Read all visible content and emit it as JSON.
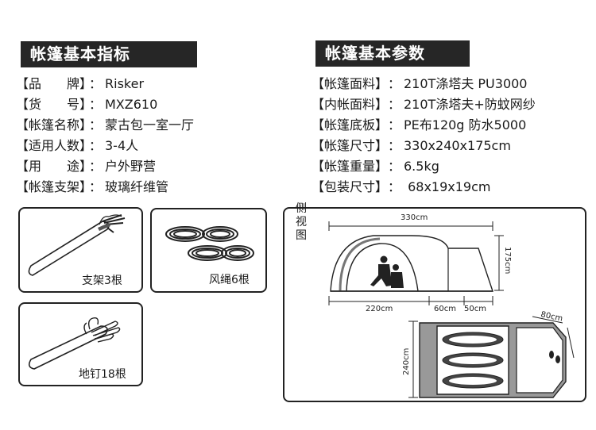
{
  "left_section": {
    "title": "帐篷基本指标",
    "rows": [
      {
        "label": "【品　　牌】",
        "value": "Risker"
      },
      {
        "label": "【货　　号】",
        "value": "MXZ610"
      },
      {
        "label": "【帐篷名称】",
        "value": "蒙古包一室一厅"
      },
      {
        "label": "【适用人数】",
        "value": "3-4人"
      },
      {
        "label": "【用　　途】",
        "value": "户外野营"
      },
      {
        "label": "【帐篷支架】",
        "value": "玻璃纤维管"
      }
    ]
  },
  "right_section": {
    "title": "帐篷基本参数",
    "rows": [
      {
        "label": "【帐篷面料】",
        "value": "210T涤塔夫 PU3000"
      },
      {
        "label": "【内帐面料】",
        "value": "210T涤塔夫+防蚊网纱"
      },
      {
        "label": "【帐篷底板】",
        "value": "PE布120g  防水5000"
      },
      {
        "label": "【帐篷尺寸】",
        "value": "330x240x175cm"
      },
      {
        "label": "【帐篷重量】",
        "value": "6.5kg"
      },
      {
        "label": "【包装尺寸】",
        "value": " 68x19x19cm"
      }
    ]
  },
  "colon": "：",
  "accessories": {
    "poles": "支架3根",
    "ropes": "风绳6根",
    "stakes": "地钉18根"
  },
  "diagram": {
    "side_view_label": "侧视图",
    "length_total": "330cm",
    "height": "175cm",
    "seg_main": "220cm",
    "seg_mid": "60cm",
    "seg_end": "50cm",
    "width": "240cm",
    "door_width": "80cm"
  }
}
